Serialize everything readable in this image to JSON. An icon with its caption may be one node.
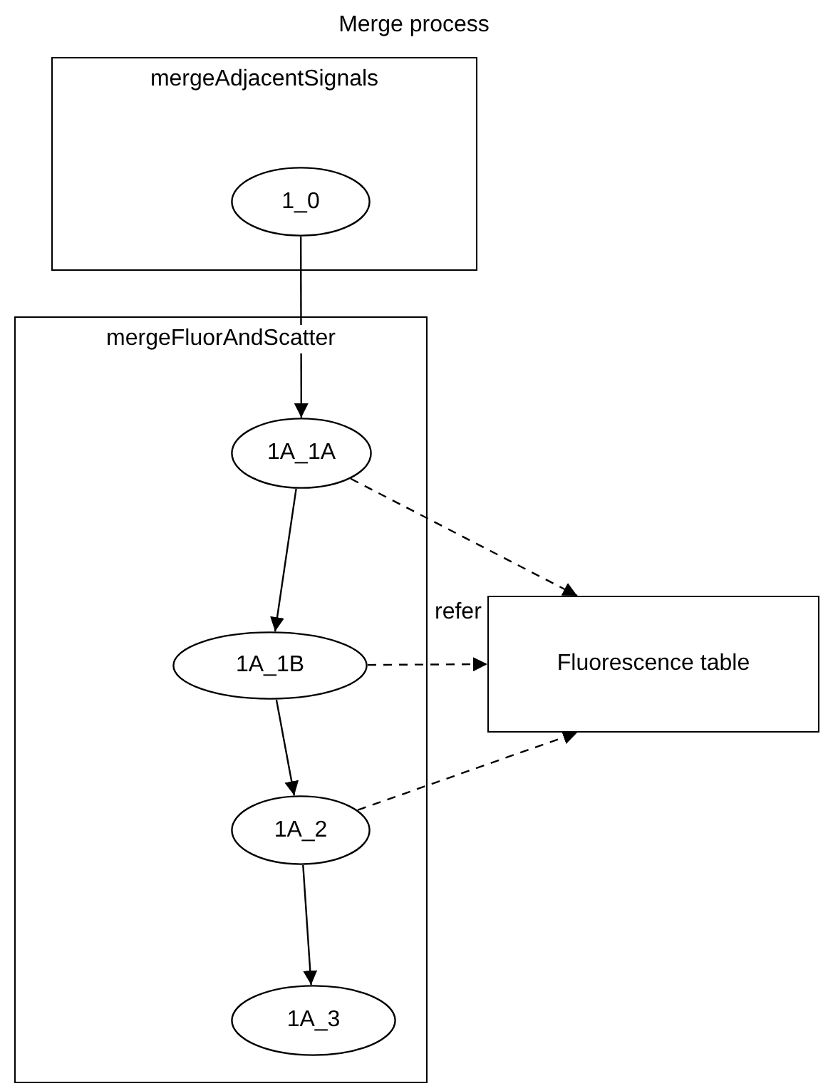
{
  "diagram": {
    "title": "Merge process",
    "nodes": [
      {
        "text": [
          "mergeAdjacentSignals"
        ]
      },
      {
        "text": [
          "1_0"
        ],
        "in": 0
      },
      {
        "text": [
          "mergeFluorAndScatter"
        ]
      },
      {
        "text": [
          "1A_1A"
        ],
        "in": 2
      },
      {
        "text": [
          "1A_1B"
        ],
        "in": 2
      },
      {
        "text": [
          "1A_2"
        ],
        "in": 2
      },
      {
        "text": [
          "1A_3"
        ],
        "in": 2
      },
      {
        "text": [
          "Fluorescence table"
        ]
      }
    ],
    "edges": [
      {
        "from": 1,
        "to": 3,
        "arrow": "to"
      },
      {
        "from": 3,
        "to": 4,
        "arrow": "to"
      },
      {
        "from": 4,
        "to": 5,
        "arrow": "to"
      },
      {
        "from": 5,
        "to": 6,
        "arrow": "to"
      },
      {
        "from": 3,
        "to": 7,
        "arrow": "to",
        "style": "dashed"
      },
      {
        "from": 4,
        "to": 7,
        "arrow": "to",
        "style": "dashed",
        "label": "refer"
      },
      {
        "from": 5,
        "to": 7,
        "arrow": "to",
        "style": "dashed"
      }
    ]
  }
}
